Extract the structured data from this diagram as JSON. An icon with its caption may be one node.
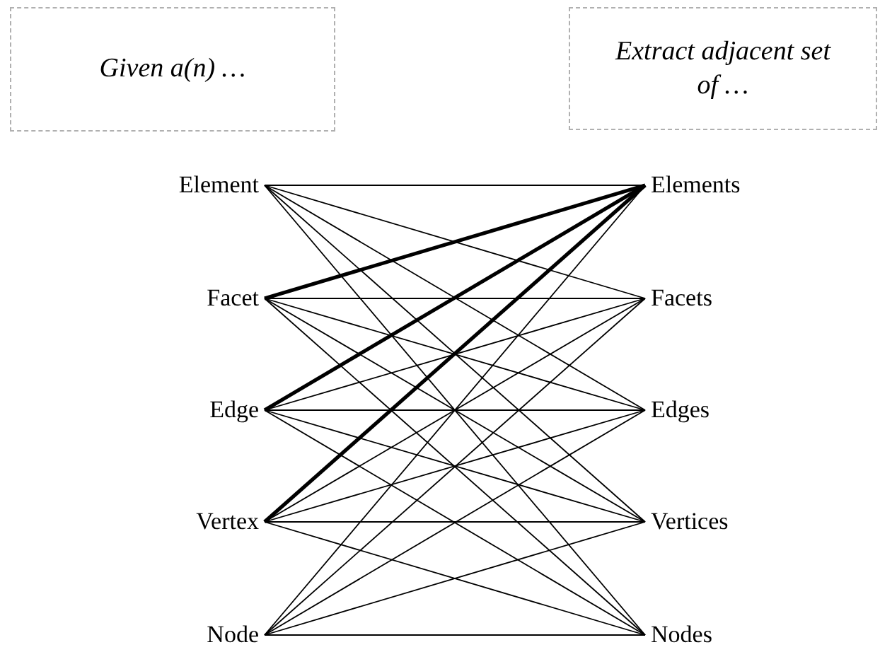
{
  "diagram": {
    "nodes": [
      {
        "text": [
          "Given a(n) …"
        ]
      },
      {
        "text": [
          "Extract adjacent set of …"
        ]
      },
      {
        "text": [
          "Element"
        ]
      },
      {
        "text": [
          "Facet"
        ]
      },
      {
        "text": [
          "Edge"
        ]
      },
      {
        "text": [
          "Vertex"
        ]
      },
      {
        "text": [
          "Node"
        ]
      },
      {
        "text": [
          "Elements"
        ]
      },
      {
        "text": [
          "Facets"
        ]
      },
      {
        "text": [
          "Edges"
        ]
      },
      {
        "text": [
          "Vertices"
        ]
      },
      {
        "text": [
          "Nodes"
        ]
      }
    ],
    "edges": [
      {
        "from": 2,
        "to": 7,
        "arrow": "none"
      },
      {
        "from": 2,
        "to": 8,
        "arrow": "none"
      },
      {
        "from": 2,
        "to": 9,
        "arrow": "none"
      },
      {
        "from": 2,
        "to": 10,
        "arrow": "none"
      },
      {
        "from": 2,
        "to": 11,
        "arrow": "none"
      },
      {
        "from": 3,
        "to": 7,
        "arrow": "none",
        "style": "thick"
      },
      {
        "from": 3,
        "to": 8,
        "arrow": "none"
      },
      {
        "from": 3,
        "to": 9,
        "arrow": "none"
      },
      {
        "from": 3,
        "to": 10,
        "arrow": "none"
      },
      {
        "from": 3,
        "to": 11,
        "arrow": "none"
      },
      {
        "from": 4,
        "to": 7,
        "arrow": "none",
        "style": "thick"
      },
      {
        "from": 4,
        "to": 8,
        "arrow": "none"
      },
      {
        "from": 4,
        "to": 9,
        "arrow": "none"
      },
      {
        "from": 4,
        "to": 10,
        "arrow": "none"
      },
      {
        "from": 4,
        "to": 11,
        "arrow": "none"
      },
      {
        "from": 5,
        "to": 7,
        "arrow": "none",
        "style": "thick"
      },
      {
        "from": 5,
        "to": 8,
        "arrow": "none"
      },
      {
        "from": 5,
        "to": 9,
        "arrow": "none"
      },
      {
        "from": 5,
        "to": 10,
        "arrow": "none"
      },
      {
        "from": 5,
        "to": 11,
        "arrow": "none"
      },
      {
        "from": 6,
        "to": 7,
        "arrow": "none"
      },
      {
        "from": 6,
        "to": 8,
        "arrow": "none"
      },
      {
        "from": 6,
        "to": 9,
        "arrow": "none"
      },
      {
        "from": 6,
        "to": 10,
        "arrow": "none"
      },
      {
        "from": 6,
        "to": 11,
        "arrow": "none"
      }
    ]
  }
}
